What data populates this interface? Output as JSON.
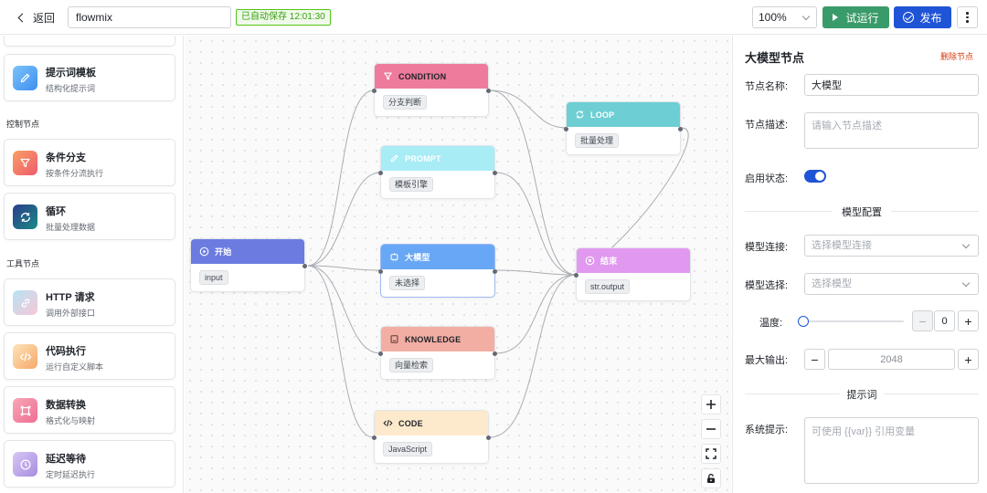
{
  "header": {
    "back_label": "返回",
    "flow_name": "flowmix",
    "autosave": "已自动保存 12:01:30",
    "zoom": "100%",
    "run_label": "试运行",
    "publish_label": "发布"
  },
  "sidebar": {
    "sections": {
      "control": "控制节点",
      "tools": "工具节点"
    },
    "cards": [
      {
        "title": "提示词模板",
        "desc": "结构化提示词",
        "icon": "pencil-icon",
        "color": "#4aa3f5"
      },
      {
        "title": "条件分支",
        "desc": "按条件分流执行",
        "icon": "filter-icon",
        "color": "#f0715a"
      },
      {
        "title": "循环",
        "desc": "批量处理数据",
        "icon": "refresh-icon",
        "color": "#22336b"
      },
      {
        "title": "HTTP 请求",
        "desc": "调用外部接口",
        "icon": "link-icon",
        "color": "#9cd1f0"
      },
      {
        "title": "代码执行",
        "desc": "运行自定义脚本",
        "icon": "code-icon",
        "color": "#f6b26b"
      },
      {
        "title": "数据转换",
        "desc": "格式化与映射",
        "icon": "transform-icon",
        "color": "#f08aa0"
      },
      {
        "title": "延迟等待",
        "desc": "定时延迟执行",
        "icon": "clock-icon",
        "color": "#b59be6"
      }
    ]
  },
  "canvas": {
    "nodes": [
      {
        "id": "start",
        "title": "开始",
        "chip": "input",
        "color": "#6b7be0",
        "icon": "play-icon"
      },
      {
        "id": "condition",
        "title": "CONDITION",
        "chip": "分支判断",
        "color": "#ee7b9b",
        "icon": "filter-icon"
      },
      {
        "id": "prompt",
        "title": "PROMPT",
        "chip": "模板引擎",
        "color": "#a8ecf5",
        "icon": "pencil-icon"
      },
      {
        "id": "llm",
        "title": "大模型",
        "chip": "未选择",
        "color": "#67a7f5",
        "icon": "robot-icon"
      },
      {
        "id": "knowledge",
        "title": "KNOWLEDGE",
        "chip": "向量检索",
        "color": "#f3aea3",
        "icon": "book-icon"
      },
      {
        "id": "code",
        "title": "CODE",
        "chip": "JavaScript",
        "color": "#fde9cc",
        "icon": "code-icon"
      },
      {
        "id": "loop",
        "title": "LOOP",
        "chip": "批量处理",
        "color": "#6dcfd3",
        "icon": "refresh-icon"
      },
      {
        "id": "end",
        "title": "结束",
        "chip": "str.output",
        "color": "#e199f0",
        "icon": "stop-icon"
      }
    ]
  },
  "panel": {
    "title": "大模型节点",
    "delete_label": "删除节点",
    "node_name_label": "节点名称:",
    "node_name_value": "大模型",
    "node_desc_label": "节点描述:",
    "node_desc_placeholder": "请输入节点描述",
    "enabled_label": "启用状态:",
    "model_config_title": "模型配置",
    "model_conn_label": "模型连接:",
    "model_conn_placeholder": "选择模型连接",
    "model_select_label": "模型选择:",
    "model_select_placeholder": "选择模型",
    "temperature_label": "温度:",
    "temperature_value": "0",
    "max_output_label": "最大输出:",
    "max_output_value": "2048",
    "prompt_title": "提示词",
    "system_prompt_label": "系统提示:",
    "system_prompt_placeholder": "可使用 {{var}} 引用变量"
  }
}
